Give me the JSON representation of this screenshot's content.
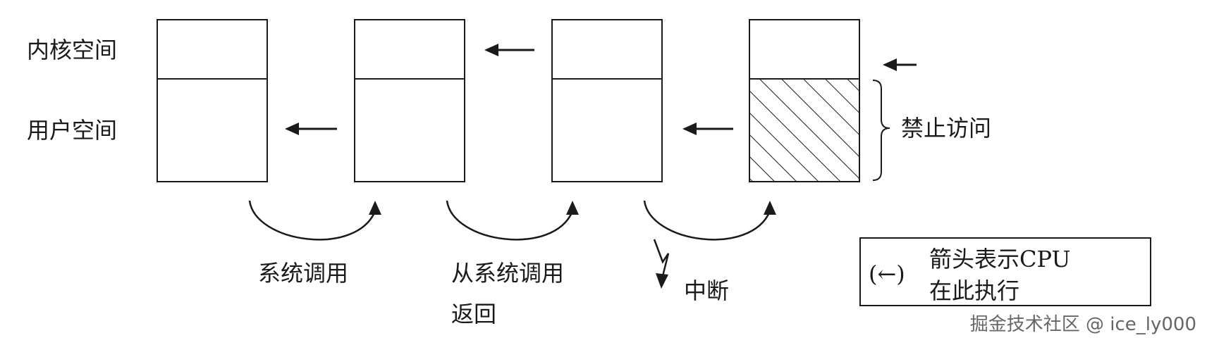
{
  "row_labels": {
    "kernel_space": "内核空间",
    "user_space": "用户空间"
  },
  "bracket_label": "禁止访问",
  "transitions": [
    {
      "label_line1": "系统调用",
      "label_line2": ""
    },
    {
      "label_line1": "从系统调用",
      "label_line2": "返回"
    },
    {
      "label_line1": "中断",
      "label_line2": ""
    }
  ],
  "legend": {
    "symbol": "(←)",
    "line1": "箭头表示CPU",
    "line2": "在此执行"
  },
  "watermark": "掘金技术社区 @ ice_ly000",
  "colors": {
    "stroke": "#1a1a1a",
    "watermark": "#666666"
  },
  "icons": [
    "left-arrow-icon",
    "curved-arrow-icon",
    "lightning-arrow-icon",
    "brace-icon"
  ]
}
